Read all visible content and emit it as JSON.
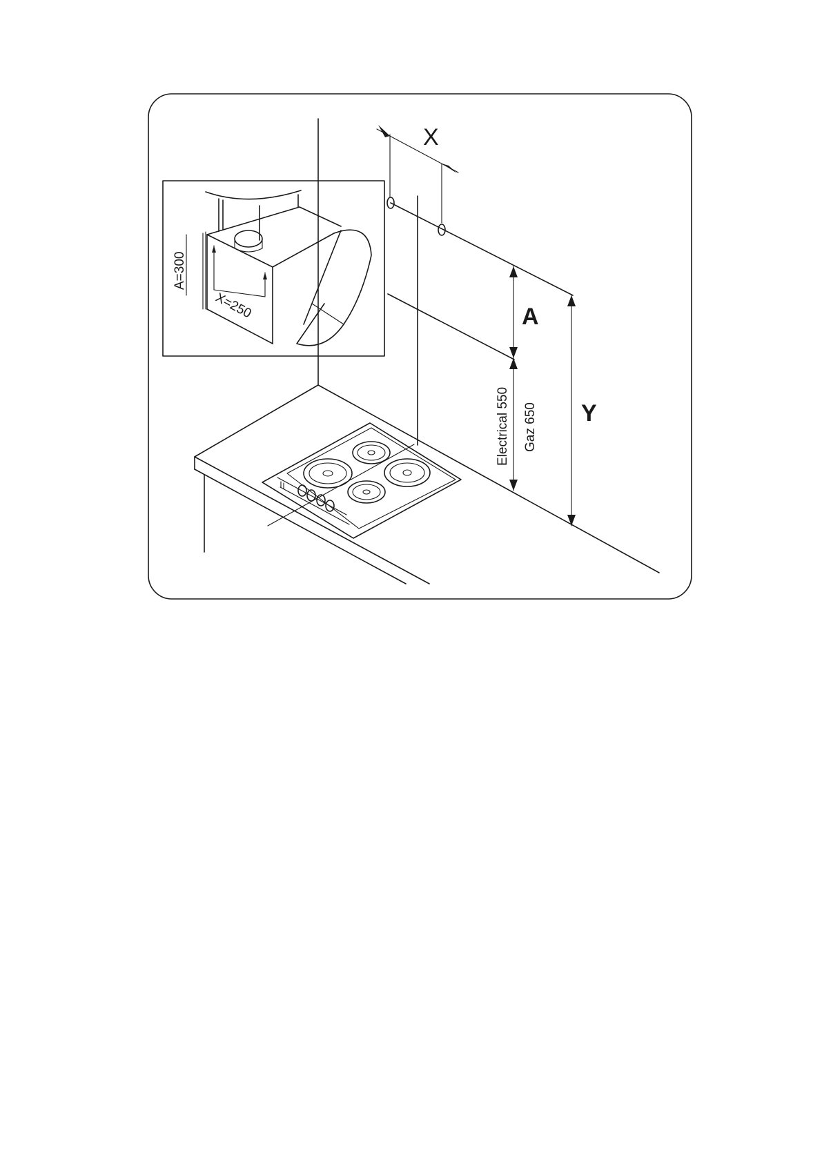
{
  "labels": {
    "x": "X",
    "a": "A",
    "y": "Y",
    "electrical": "Electrical 550",
    "gaz": "Gaz 650",
    "inset_a": "A=300",
    "inset_x": "X=250"
  }
}
